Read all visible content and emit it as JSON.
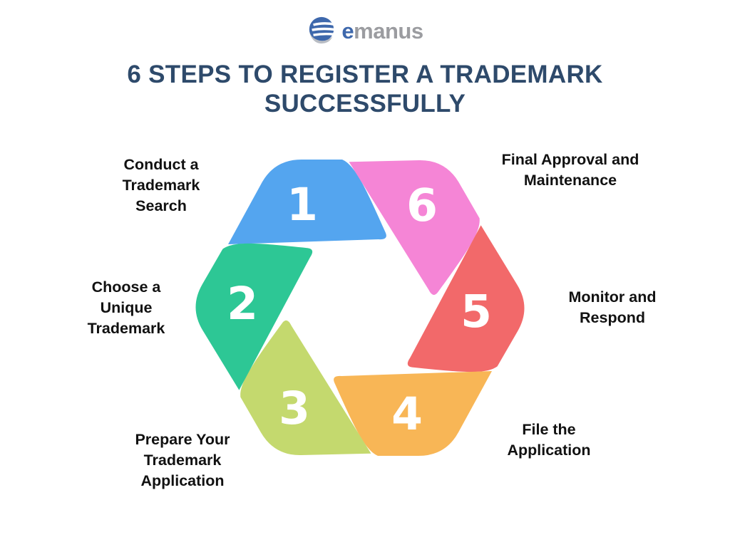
{
  "logo": {
    "icon": "emanus-sphere-icon",
    "brand_first_letter": "e",
    "brand_rest": "manus"
  },
  "title": {
    "line1": "6 STEPS TO REGISTER A TRADEMARK",
    "line2": "SUCCESSFULLY",
    "color": "#2e4a6b"
  },
  "steps": [
    {
      "number": "1",
      "label": "Conduct a Trademark Search",
      "lines": [
        "Conduct a",
        "Trademark",
        "Search"
      ],
      "color": "#54a5ef"
    },
    {
      "number": "2",
      "label": "Choose a Unique Trademark",
      "lines": [
        "Choose a",
        "Unique",
        "Trademark"
      ],
      "color": "#2dc795"
    },
    {
      "number": "3",
      "label": "Prepare Your Trademark Application",
      "lines": [
        "Prepare Your",
        "Trademark",
        "Application"
      ],
      "color": "#c4d96e"
    },
    {
      "number": "4",
      "label": "File the Application",
      "lines": [
        "File the",
        "Application"
      ],
      "color": "#f8b656"
    },
    {
      "number": "5",
      "label": "Monitor and Respond",
      "lines": [
        "Monitor and",
        "Respond"
      ],
      "color": "#f2696a"
    },
    {
      "number": "6",
      "label": "Final Approval and Maintenance",
      "lines": [
        "Final Approval and",
        "Maintenance"
      ],
      "color": "#f585d6"
    }
  ],
  "colors": {
    "background": "#ffffff",
    "label_text": "#111111",
    "number_text": "#ffffff",
    "logo_blue": "#3e68ac",
    "logo_text_gray": "#9b9ca0",
    "logo_icon_gray": "#b9bdc4"
  }
}
